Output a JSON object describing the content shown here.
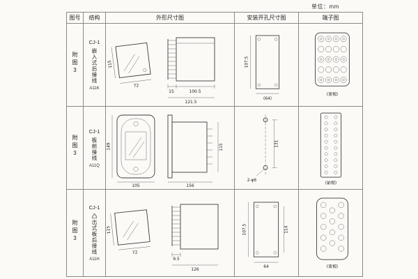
{
  "page": {
    "unit_label": "单位：mm"
  },
  "table": {
    "headers": [
      "图号",
      "结构",
      "外形尺寸图",
      "安装开孔尺寸图",
      "端子图"
    ]
  },
  "rows": [
    {
      "fig_label": "附图3",
      "series": "CJ-1",
      "structure": "嵌入式后接线",
      "model": "A11K",
      "outline": {
        "height": "115",
        "width": "72",
        "body": "100.5",
        "pin": "15",
        "total": "121.5"
      },
      "mounting": {
        "height": "107.5",
        "width": "(64)"
      },
      "terminal": {
        "caption": "(背视)"
      }
    },
    {
      "fig_label": "附图3",
      "series": "CJ-1",
      "structure": "板前接线",
      "model": "A11Q",
      "outline": {
        "height": "149",
        "width": "105",
        "depth": "156",
        "side_height": "115"
      },
      "mounting": {
        "pitch": "131",
        "holes": "2-φ6"
      },
      "terminal": {
        "caption": "(前视)"
      }
    },
    {
      "fig_label": "附图3",
      "series": "CJ-1",
      "structure": "凸出式板后接线",
      "model": "A11H",
      "outline": {
        "height": "115",
        "width": "72",
        "pin": "9.5",
        "total": "126"
      },
      "mounting": {
        "height": "107.5",
        "pitch": "114",
        "width": "64"
      },
      "terminal": {
        "caption": "(背视)"
      }
    }
  ]
}
